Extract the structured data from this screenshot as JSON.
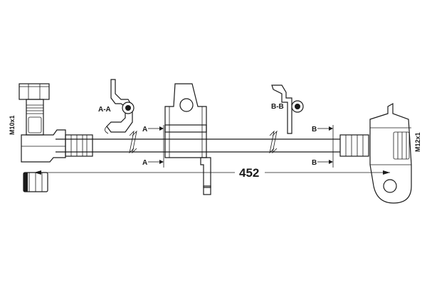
{
  "drawing": {
    "dimension_length": "452",
    "thread_left": "M10x1",
    "thread_right": "M12x1",
    "section_aa_label": "A-A",
    "section_bb_label": "B-B",
    "cut_a": "A",
    "cut_b": "B"
  },
  "colors": {
    "line": "#1a1a1a",
    "background": "#ffffff"
  }
}
